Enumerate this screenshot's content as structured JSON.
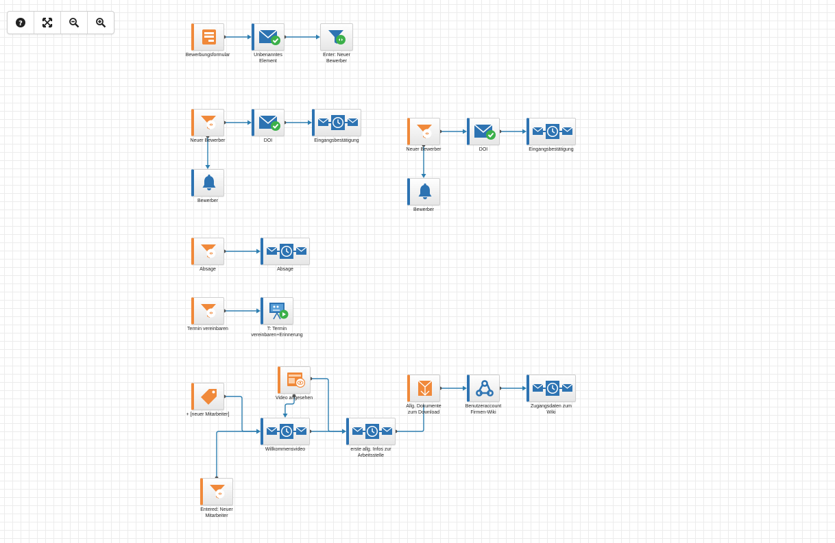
{
  "toolbar": {
    "buttons": [
      {
        "id": "help",
        "icon": "question-circle-icon"
      },
      {
        "id": "fit",
        "icon": "expand-arrows-icon"
      },
      {
        "id": "zoom-out",
        "icon": "zoom-out-icon"
      },
      {
        "id": "zoom-in",
        "icon": "zoom-in-icon"
      }
    ]
  },
  "colors": {
    "orange": "#f0893a",
    "blue": "#2d73b2",
    "edge": "#2e7fb1",
    "green": "#3cb04a"
  },
  "nodes": [
    {
      "id": "n1",
      "label": "Bewerbungsformular",
      "kind": "form",
      "color": "orange"
    },
    {
      "id": "n2",
      "label": "Unbenanntes\nElement",
      "kind": "email-check",
      "color": "blue"
    },
    {
      "id": "n3",
      "label": "Enter: Neuer\nBewerber",
      "kind": "filter-blue",
      "color": "none"
    },
    {
      "id": "n4",
      "label": "Neuer Bewerber",
      "kind": "filter",
      "color": "orange"
    },
    {
      "id": "n5",
      "label": "DOI",
      "kind": "email-check",
      "color": "blue"
    },
    {
      "id": "n6",
      "label": "Eingangsbestätigung",
      "kind": "autoresponder",
      "color": "blue"
    },
    {
      "id": "n7",
      "label": "Bewerber",
      "kind": "bell",
      "color": "blue"
    },
    {
      "id": "n8",
      "label": "Neuer Bewerber",
      "kind": "filter",
      "color": "orange"
    },
    {
      "id": "n9",
      "label": "DOI",
      "kind": "email-check",
      "color": "blue"
    },
    {
      "id": "n10",
      "label": "Eingangsbestätigung",
      "kind": "autoresponder",
      "color": "blue"
    },
    {
      "id": "n11",
      "label": "Bewerber",
      "kind": "bell",
      "color": "blue"
    },
    {
      "id": "n12",
      "label": "Absage",
      "kind": "filter",
      "color": "orange"
    },
    {
      "id": "n13",
      "label": "Absage",
      "kind": "autoresponder",
      "color": "blue"
    },
    {
      "id": "n14",
      "label": "Termin vereinbaren",
      "kind": "filter",
      "color": "orange"
    },
    {
      "id": "n15",
      "label": "T: Termin\nvereinbaren+Erinnerung",
      "kind": "webinar",
      "color": "blue"
    },
    {
      "id": "n16",
      "label": "+ [neuer Mitarbeiter]",
      "kind": "tag",
      "color": "orange"
    },
    {
      "id": "n17",
      "label": "Video angesehen",
      "kind": "video",
      "color": "orange"
    },
    {
      "id": "n18",
      "label": "Willkommensvideo",
      "kind": "autoresponder",
      "color": "blue"
    },
    {
      "id": "n19",
      "label": "erste allg. Infos zur\nArbeitsstelle",
      "kind": "autoresponder",
      "color": "blue"
    },
    {
      "id": "n20",
      "label": "Allg. Dokumente\nzum Download",
      "kind": "download",
      "color": "orange"
    },
    {
      "id": "n21",
      "label": "Benutzeraccount\nFirmen-Wiki",
      "kind": "webhook",
      "color": "blue"
    },
    {
      "id": "n22",
      "label": "Zugangsdaten zum\nWiki",
      "kind": "autoresponder",
      "color": "blue"
    },
    {
      "id": "n23",
      "label": "Entered: Neuer\nMitarbeiter",
      "kind": "filter",
      "color": "orange"
    }
  ],
  "edges": [
    [
      "n1",
      "n2"
    ],
    [
      "n2",
      "n3"
    ],
    [
      "n4",
      "n5"
    ],
    [
      "n5",
      "n6"
    ],
    [
      "n4",
      "n7"
    ],
    [
      "n8",
      "n9"
    ],
    [
      "n9",
      "n10"
    ],
    [
      "n8",
      "n11"
    ],
    [
      "n12",
      "n13"
    ],
    [
      "n14",
      "n15"
    ],
    [
      "n16",
      "n18"
    ],
    [
      "n17",
      "n18"
    ],
    [
      "n23",
      "n18"
    ],
    [
      "n18",
      "n19"
    ],
    [
      "n17",
      "n19"
    ],
    [
      "n19",
      "n20"
    ],
    [
      "n20",
      "n21"
    ],
    [
      "n21",
      "n22"
    ]
  ]
}
